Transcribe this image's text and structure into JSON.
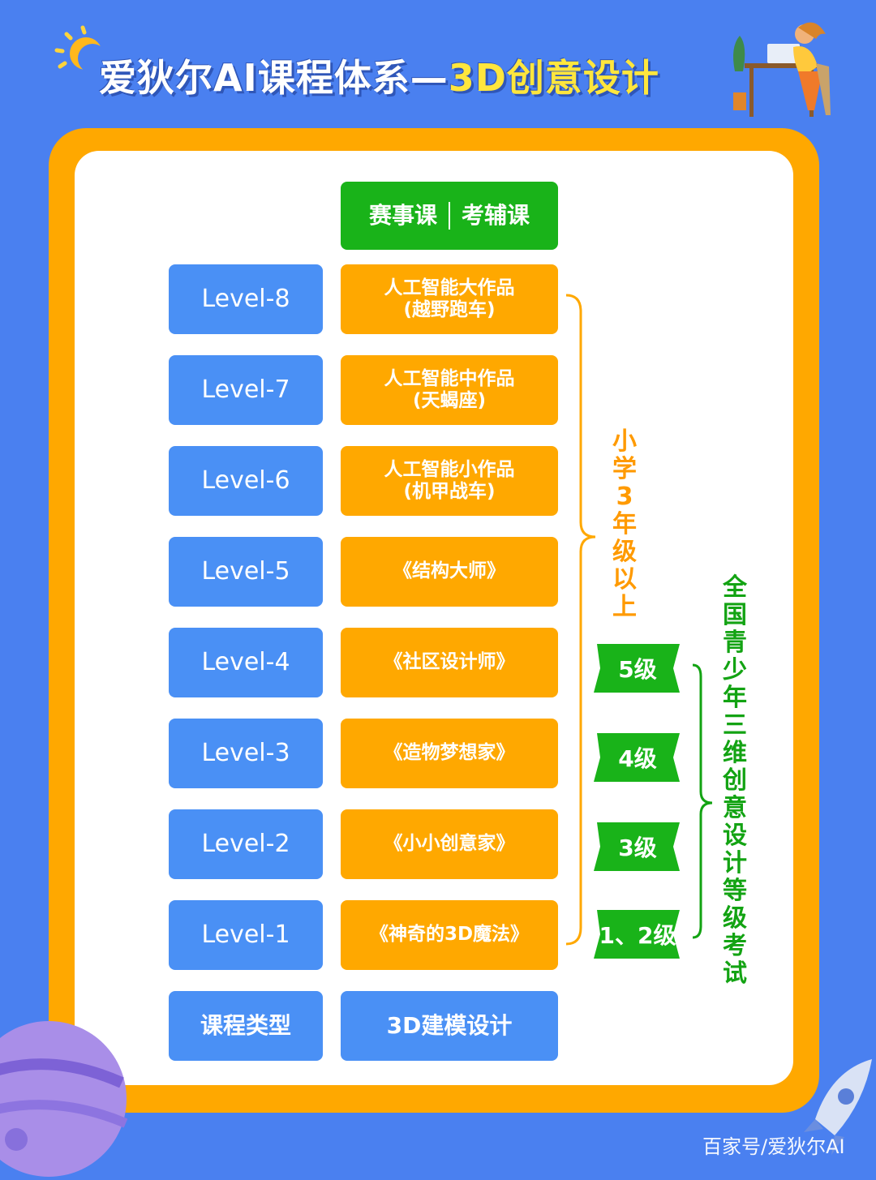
{
  "title": {
    "main": "爱狄尔AI课程体系—",
    "highlight": "3D创意设计"
  },
  "header": {
    "left": "赛事课",
    "right": "考辅课"
  },
  "rows": [
    {
      "level": "Level-8",
      "line1": "人工智能大作品",
      "line2": "(越野跑车)"
    },
    {
      "level": "Level-7",
      "line1": "人工智能中作品",
      "line2": "(天蝎座)"
    },
    {
      "level": "Level-6",
      "line1": "人工智能小作品",
      "line2": "(机甲战车)"
    },
    {
      "level": "Level-5",
      "line1": "《结构大师》",
      "line2": ""
    },
    {
      "level": "Level-4",
      "line1": "《社区设计师》",
      "line2": ""
    },
    {
      "level": "Level-3",
      "line1": "《造物梦想家》",
      "line2": ""
    },
    {
      "level": "Level-2",
      "line1": "《小小创意家》",
      "line2": ""
    },
    {
      "level": "Level-1",
      "line1": "《神奇的3D魔法》",
      "line2": ""
    }
  ],
  "footer_row": {
    "type_label": "课程类型",
    "type_value": "3D建模设计"
  },
  "side": {
    "grade_note": "小学3年级以上",
    "exam_note": "全国青少年三维创意设计等级考试",
    "exam_levels": [
      "5级",
      "4级",
      "3级",
      "1、2级"
    ]
  },
  "watermark": "百家号/爱狄尔AI",
  "colors": {
    "background": "#4a80f0",
    "frame": "#ffa800",
    "blue_box": "#4a90f5",
    "orange_box": "#ffa800",
    "green": "#19b319",
    "title_highlight": "#ffe63d"
  }
}
